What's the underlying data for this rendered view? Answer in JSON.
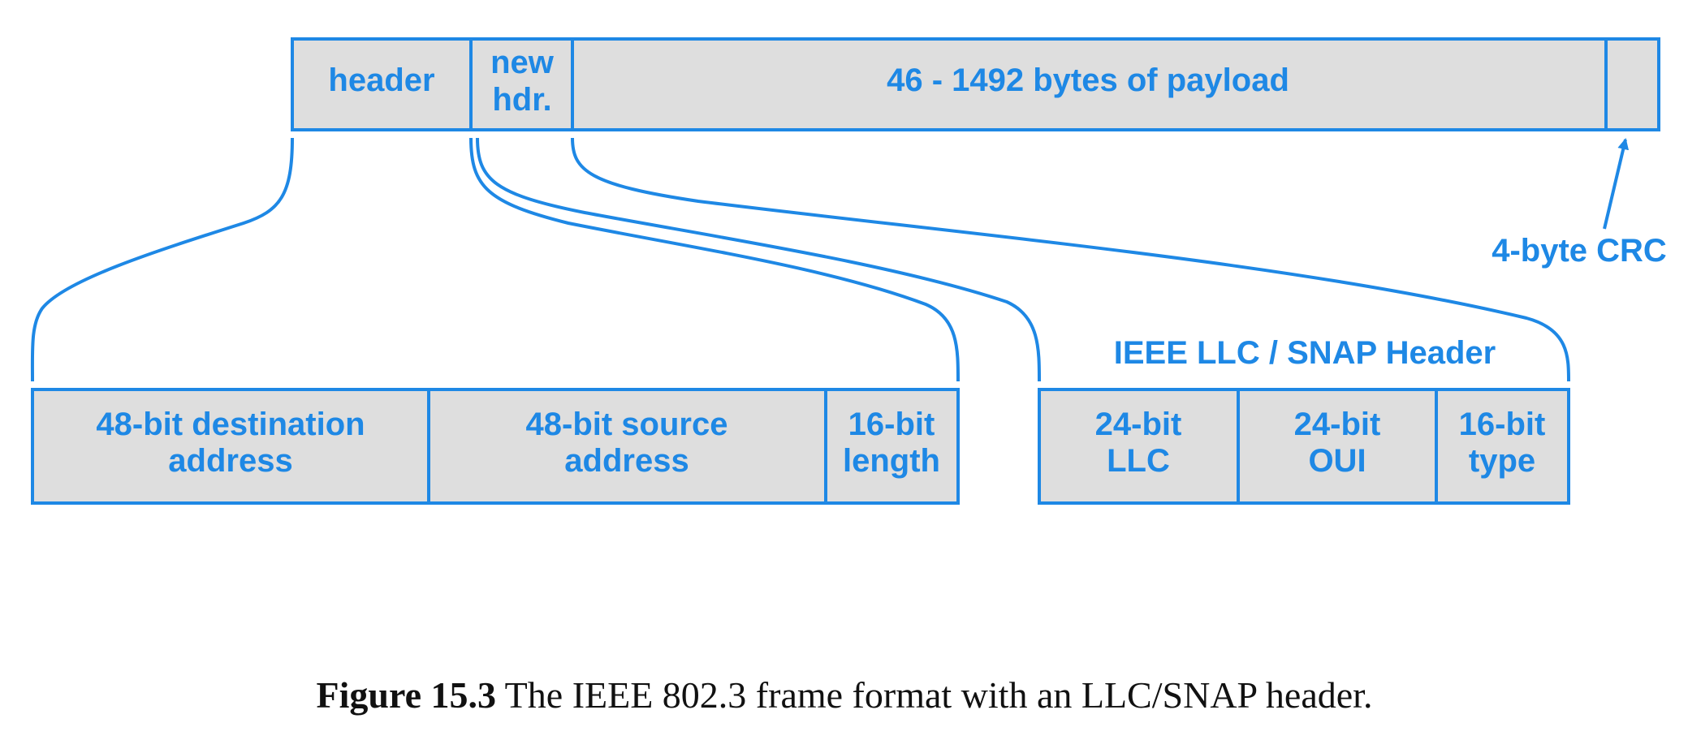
{
  "colors": {
    "line": "#1e88e5",
    "fill": "#dedede",
    "text": "#1e88e5",
    "caption": "#111111"
  },
  "frame": {
    "header": "header",
    "new_hdr_line1": "new",
    "new_hdr_line2": "hdr.",
    "payload": "46 - 1492 bytes of payload",
    "crc_label": "4-byte CRC"
  },
  "header_fields": {
    "destination_line1": "48-bit destination",
    "destination_line2": "address",
    "source_line1": "48-bit source",
    "source_line2": "address",
    "length_line1": "16-bit",
    "length_line2": "length"
  },
  "snap": {
    "title": "IEEE LLC / SNAP Header",
    "llc_line1": "24-bit",
    "llc_line2": "LLC",
    "oui_line1": "24-bit",
    "oui_line2": "OUI",
    "type_line1": "16-bit",
    "type_line2": "type"
  },
  "caption": {
    "number": "Figure 15.3",
    "text": "The IEEE 802.3 frame format with an LLC/SNAP header."
  }
}
